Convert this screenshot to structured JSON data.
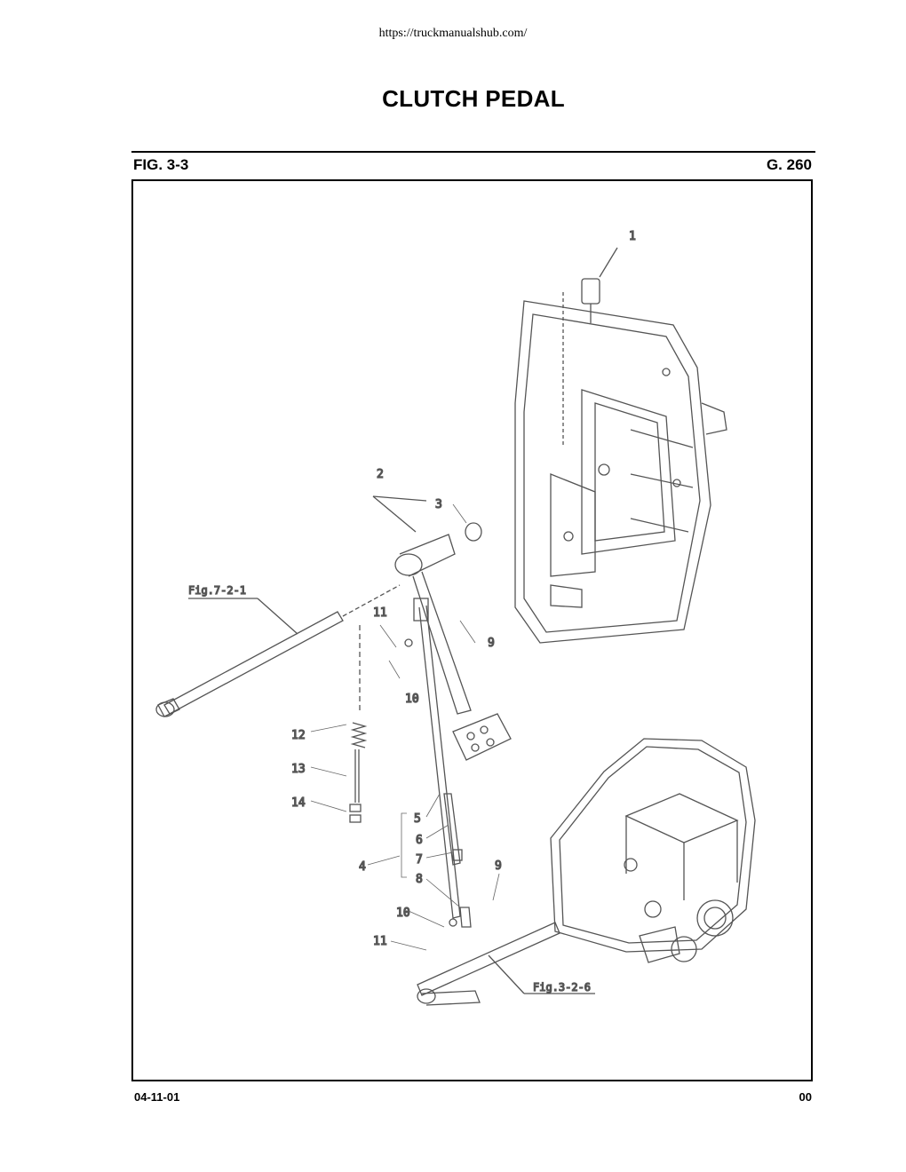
{
  "header": {
    "url": "https://truckmanualshub.com/",
    "title": "CLUTCH PEDAL",
    "figure": "FIG. 3-3",
    "group": "G. 260"
  },
  "diagram": {
    "callouts": [
      "1",
      "2",
      "3",
      "4",
      "5",
      "6",
      "7",
      "8",
      "9",
      "9",
      "10",
      "10",
      "11",
      "11",
      "12",
      "13",
      "14"
    ],
    "references": {
      "fig_7_2_1": "Fig.7-2-1",
      "fig_3_2_6": "Fig.3-2-6"
    }
  },
  "footer": {
    "date": "04-11-01",
    "revision": "00"
  }
}
